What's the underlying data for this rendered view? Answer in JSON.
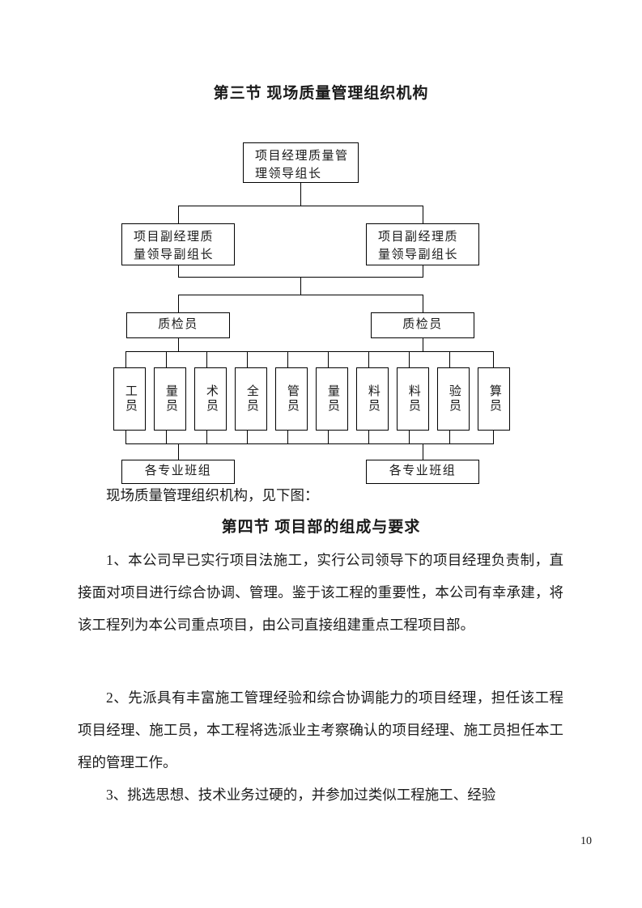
{
  "document": {
    "page_number": "10",
    "headings": {
      "section_three": "第三节  现场质量管理组织机构",
      "section_four": "第四节  项目部的组成与要求"
    },
    "caption": "现场质量管理组织机构，见下图：",
    "paragraphs": [
      "1、本公司早已实行项目法施工，实行公司领导下的项目经理负责制，直接面对项目进行综合协调、管理。鉴于该工程的重要性，本公司有幸承建，将该工程列为本公司重点项目，由公司直接组建重点工程项目部。",
      "2、先派具有丰富施工管理经验和综合协调能力的项目经理，担任该工程项目经理、施工员，本工程将选派业主考察确认的项目经理、施工员担任本工程的管理工作。",
      "3、挑选思想、技术业务过硬的，并参加过类似工程施工、经验"
    ]
  },
  "org_chart": {
    "level1": {
      "label": "项目经理质量管理领导组长"
    },
    "level2": [
      {
        "label": "项目副经理质量领导副组长"
      },
      {
        "label": "项目副经理质量领导副组长"
      }
    ],
    "level3": [
      {
        "label": "质检员"
      },
      {
        "label": "质检员"
      }
    ],
    "level4": [
      {
        "label": "工员"
      },
      {
        "label": "量员"
      },
      {
        "label": "术员"
      },
      {
        "label": "全员"
      },
      {
        "label": "管员"
      },
      {
        "label": "量员"
      },
      {
        "label": "料员"
      },
      {
        "label": "料员"
      },
      {
        "label": "验员"
      },
      {
        "label": "算员"
      }
    ],
    "level5": [
      {
        "label": "各专业班组"
      },
      {
        "label": "各专业班组"
      }
    ]
  },
  "colors": {
    "text": "#1a1a1a",
    "line": "#000000",
    "background": "#ffffff"
  }
}
